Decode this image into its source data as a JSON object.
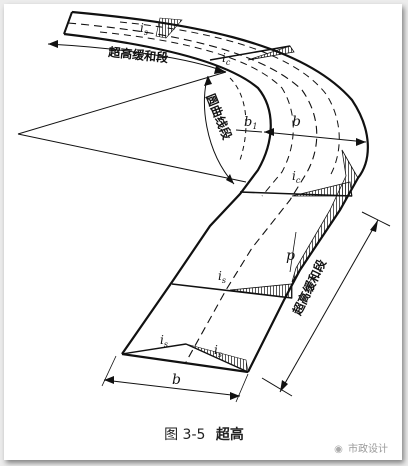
{
  "figure": {
    "labels": {
      "transition_top": "超高缓和段",
      "transition_right": "超高缓和段",
      "circular_curve": "圆曲线段",
      "b1": "b",
      "b1_sub": "1",
      "b_curve": "b",
      "b_bottom": "b",
      "p": "p",
      "ic_top": "i",
      "ic_top_sub": "c",
      "ic_mid": "i",
      "ic_mid_sub": "c",
      "is_top": "i",
      "is_top_sub": "s",
      "is_mid": "i",
      "is_mid_sub": "s",
      "is_bottom_left": "i",
      "is_bottom_left_sub": "s",
      "is_bottom_right": "i",
      "is_bottom_right_sub": "s"
    }
  },
  "caption": {
    "number": "图 3-5",
    "title": "超高"
  },
  "watermark": {
    "text": "市政设计"
  }
}
